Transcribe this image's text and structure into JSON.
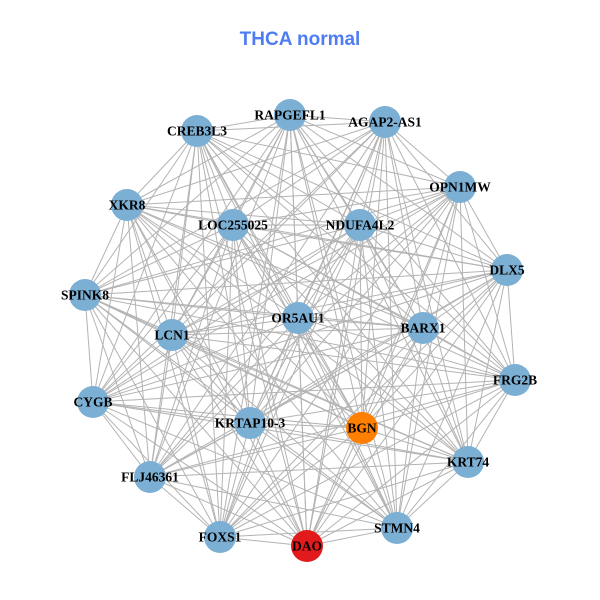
{
  "title": "THCA normal",
  "colors": {
    "default": "#7bafd4",
    "highlight_orange": "#ff7f00",
    "highlight_red": "#e31a1c",
    "edge": "#b3b3b3"
  },
  "network": {
    "edge_mode": "all-pairs",
    "nodes": [
      {
        "id": "RAPGEFL1",
        "color": "#7bafd4"
      },
      {
        "id": "AGAP2-AS1",
        "color": "#7bafd4"
      },
      {
        "id": "CREB3L3",
        "color": "#7bafd4"
      },
      {
        "id": "OPN1MW",
        "color": "#7bafd4"
      },
      {
        "id": "XKR8",
        "color": "#7bafd4"
      },
      {
        "id": "LOC255025",
        "color": "#7bafd4"
      },
      {
        "id": "NDUFA4L2",
        "color": "#7bafd4"
      },
      {
        "id": "DLX5",
        "color": "#7bafd4"
      },
      {
        "id": "SPINK8",
        "color": "#7bafd4"
      },
      {
        "id": "OR5AU1",
        "color": "#7bafd4"
      },
      {
        "id": "BARX1",
        "color": "#7bafd4"
      },
      {
        "id": "LCN1",
        "color": "#7bafd4"
      },
      {
        "id": "FRG2B",
        "color": "#7bafd4"
      },
      {
        "id": "CYGB",
        "color": "#7bafd4"
      },
      {
        "id": "KRTAP10-3",
        "color": "#7bafd4"
      },
      {
        "id": "BGN",
        "color": "#ff7f00"
      },
      {
        "id": "KRT74",
        "color": "#7bafd4"
      },
      {
        "id": "FLJ46361",
        "color": "#7bafd4"
      },
      {
        "id": "STMN4",
        "color": "#7bafd4"
      },
      {
        "id": "FOXS1",
        "color": "#7bafd4"
      },
      {
        "id": "DAO",
        "color": "#e31a1c"
      }
    ]
  }
}
